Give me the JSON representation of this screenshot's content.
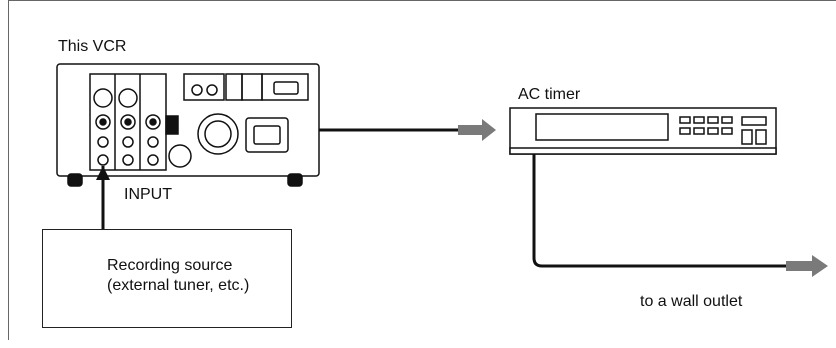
{
  "diagram": {
    "vcr_label": "This VCR",
    "input_label": "INPUT",
    "timer_label": "AC timer",
    "source_line1": "Recording source",
    "source_line2": "(external tuner, etc.)",
    "outlet_label": "to a wall outlet"
  },
  "colors": {
    "line": "#111111",
    "arrow": "#7a7a7a",
    "frame": "#666666"
  }
}
